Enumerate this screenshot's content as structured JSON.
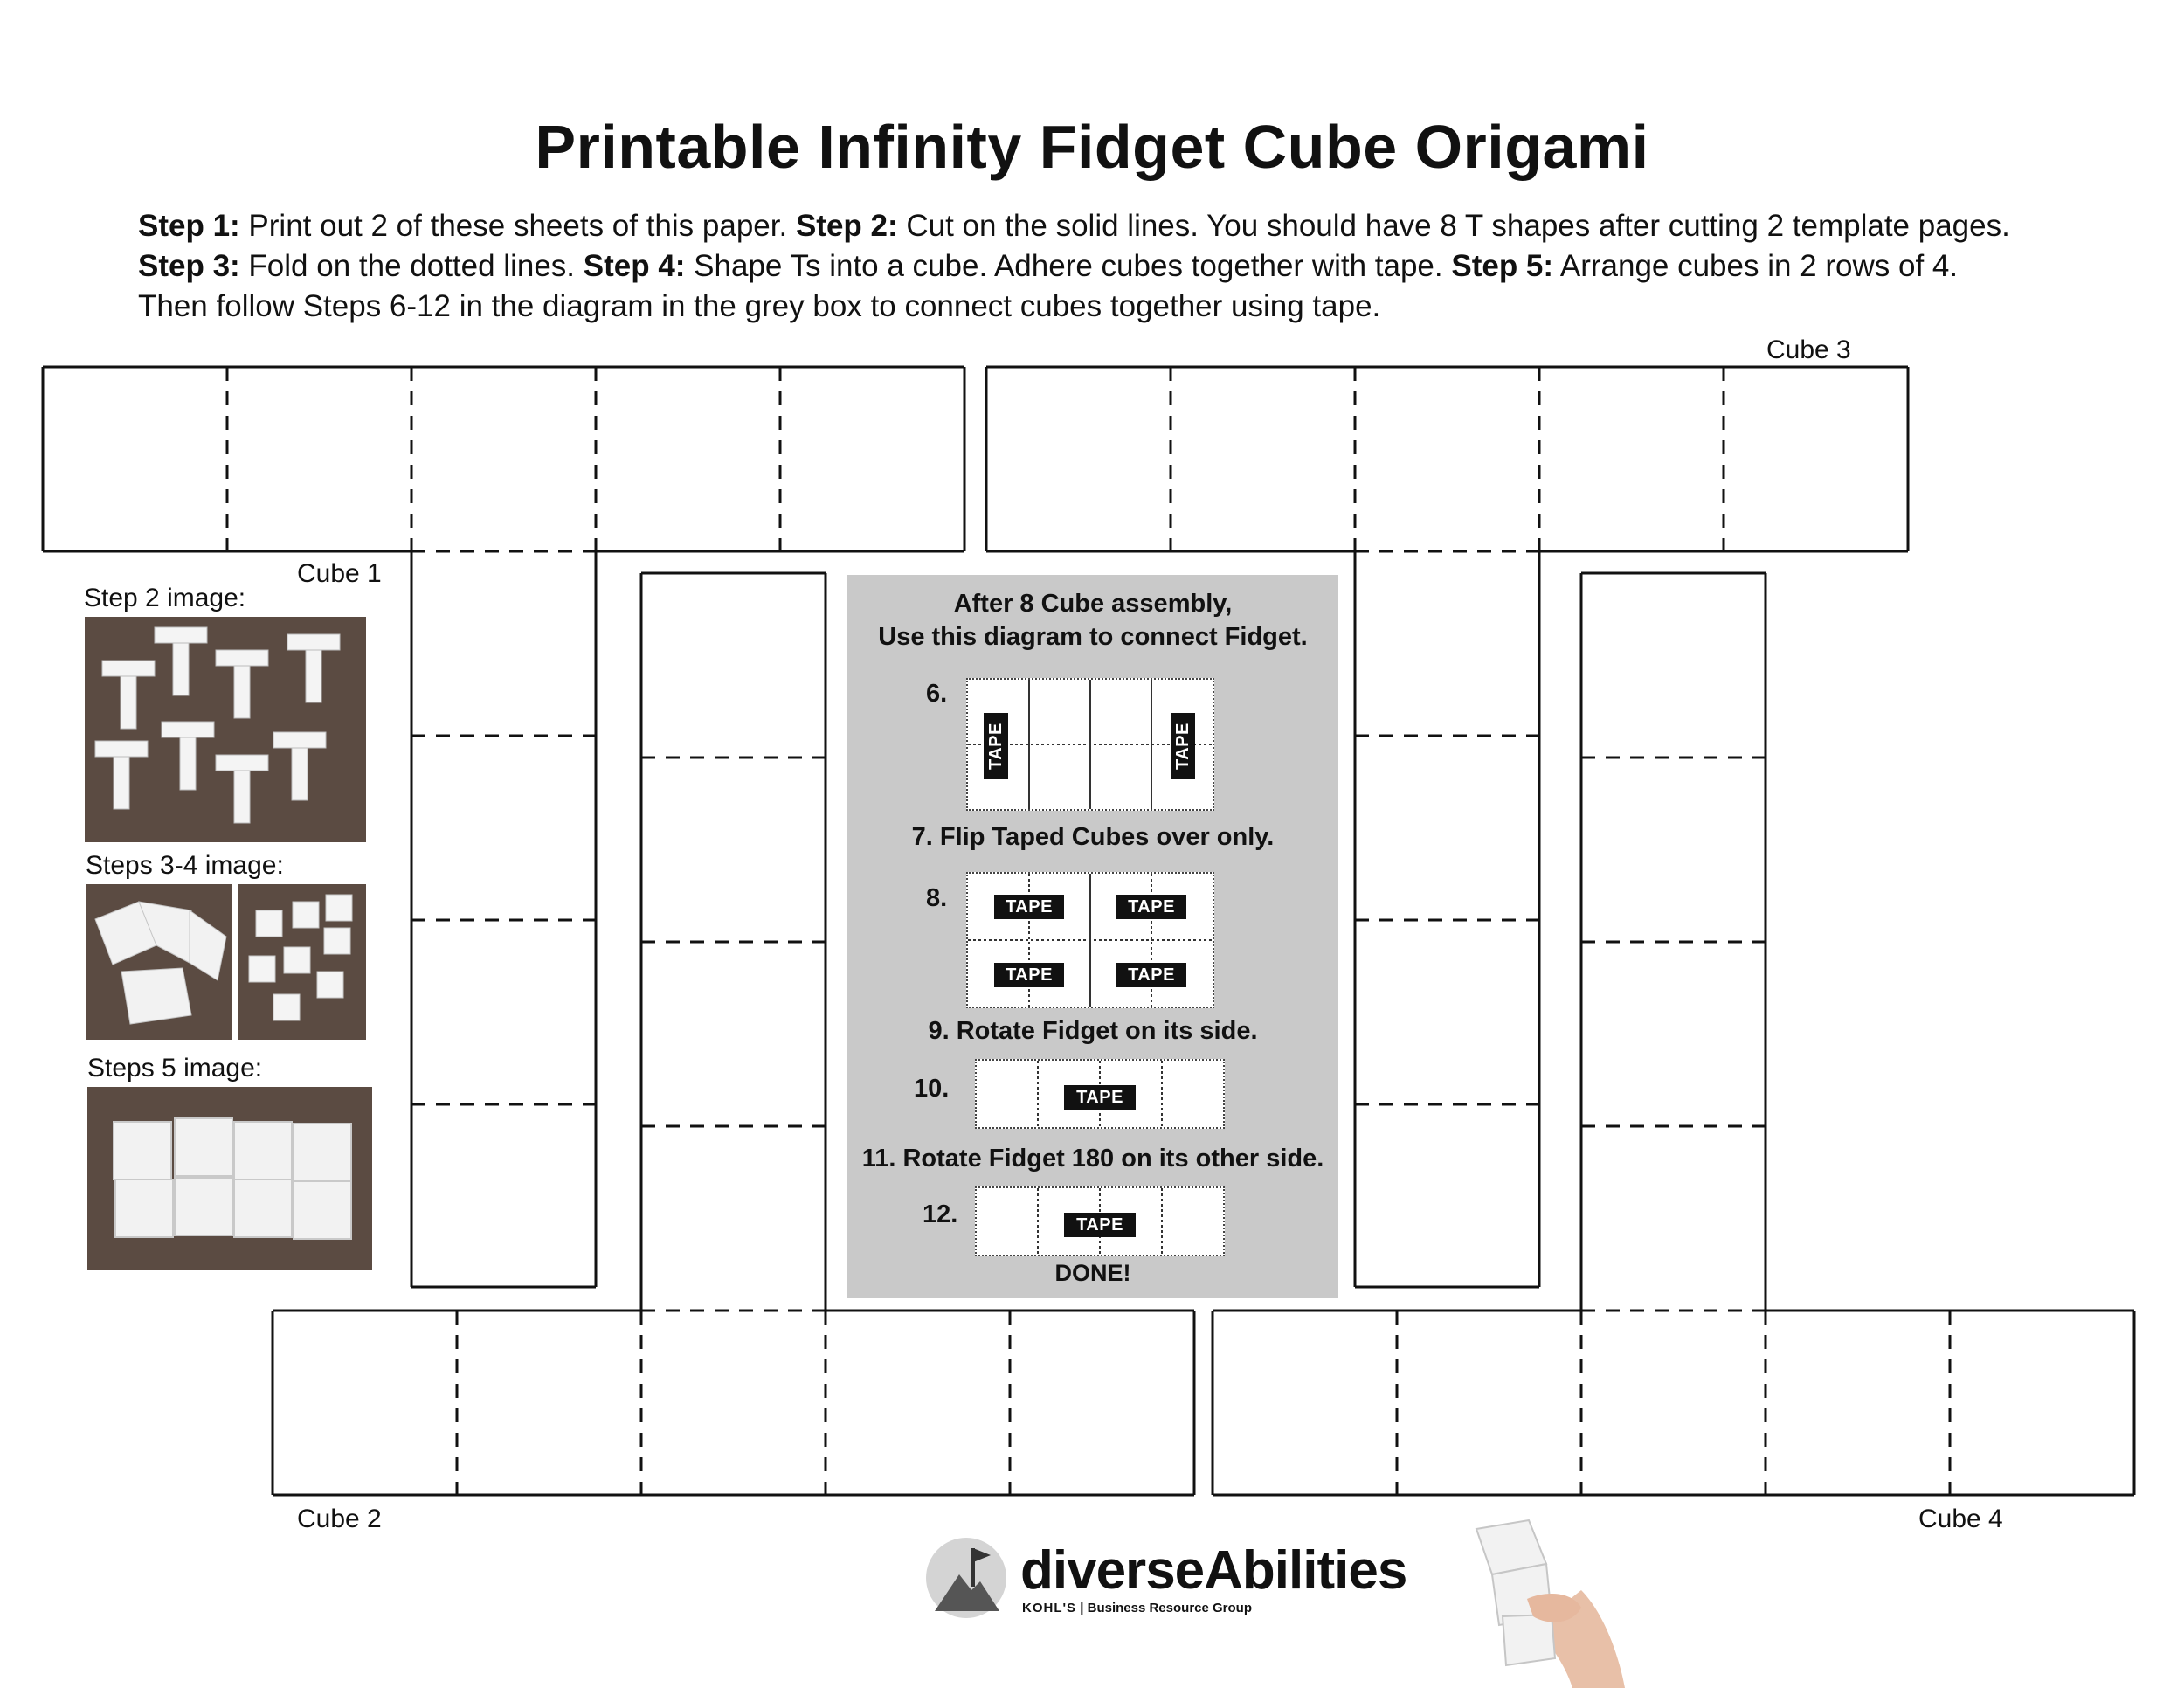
{
  "title": "Printable Infinity Fidget Cube Origami",
  "instructions": {
    "line1": [
      {
        "b": "Step 1:"
      },
      {
        "t": " Print out 2 of these sheets of this paper. "
      },
      {
        "b": "Step 2:"
      },
      {
        "t": " Cut on the solid lines. You should have 8 T shapes after cutting 2 template pages."
      }
    ],
    "line2": [
      {
        "b": "Step 3:"
      },
      {
        "t": " Fold on the dotted lines. "
      },
      {
        "b": "Step 4:"
      },
      {
        "t": " Shape Ts into a cube. Adhere cubes together with tape. "
      },
      {
        "b": "Step 5:"
      },
      {
        "t": " Arrange cubes in 2 rows of 4."
      }
    ],
    "line3": [
      {
        "t": "Then follow Steps 6-12 in the diagram in the grey box to connect cubes together using tape."
      }
    ]
  },
  "templates": [
    {
      "label": "Cube 1"
    },
    {
      "label": "Cube 2"
    },
    {
      "label": "Cube 3"
    },
    {
      "label": "Cube 4"
    }
  ],
  "images": {
    "step2_label": "Step 2 image:",
    "steps34_label": "Steps 3-4 image:",
    "steps5_label": "Steps 5 image:"
  },
  "diagram": {
    "heading_line1": "After 8 Cube assembly,",
    "heading_line2": "Use this diagram to connect Fidget.",
    "step6": "6.",
    "step7": "7. Flip Taped Cubes over only.",
    "step8": "8.",
    "step9": "9. Rotate Fidget on its side.",
    "step10": "10.",
    "step11": "11. Rotate Fidget 180 on its other side.",
    "step12": "12.",
    "done": "DONE!",
    "tape_label": "TAPE"
  },
  "logo": {
    "name": "diverseAbilities",
    "sub_brand": "KOHL'S",
    "sub_text": " | Business Resource Group"
  },
  "colors": {
    "panel_bg": "#c9c9c9",
    "wood": "#5a4a40",
    "tape": "#111111"
  }
}
